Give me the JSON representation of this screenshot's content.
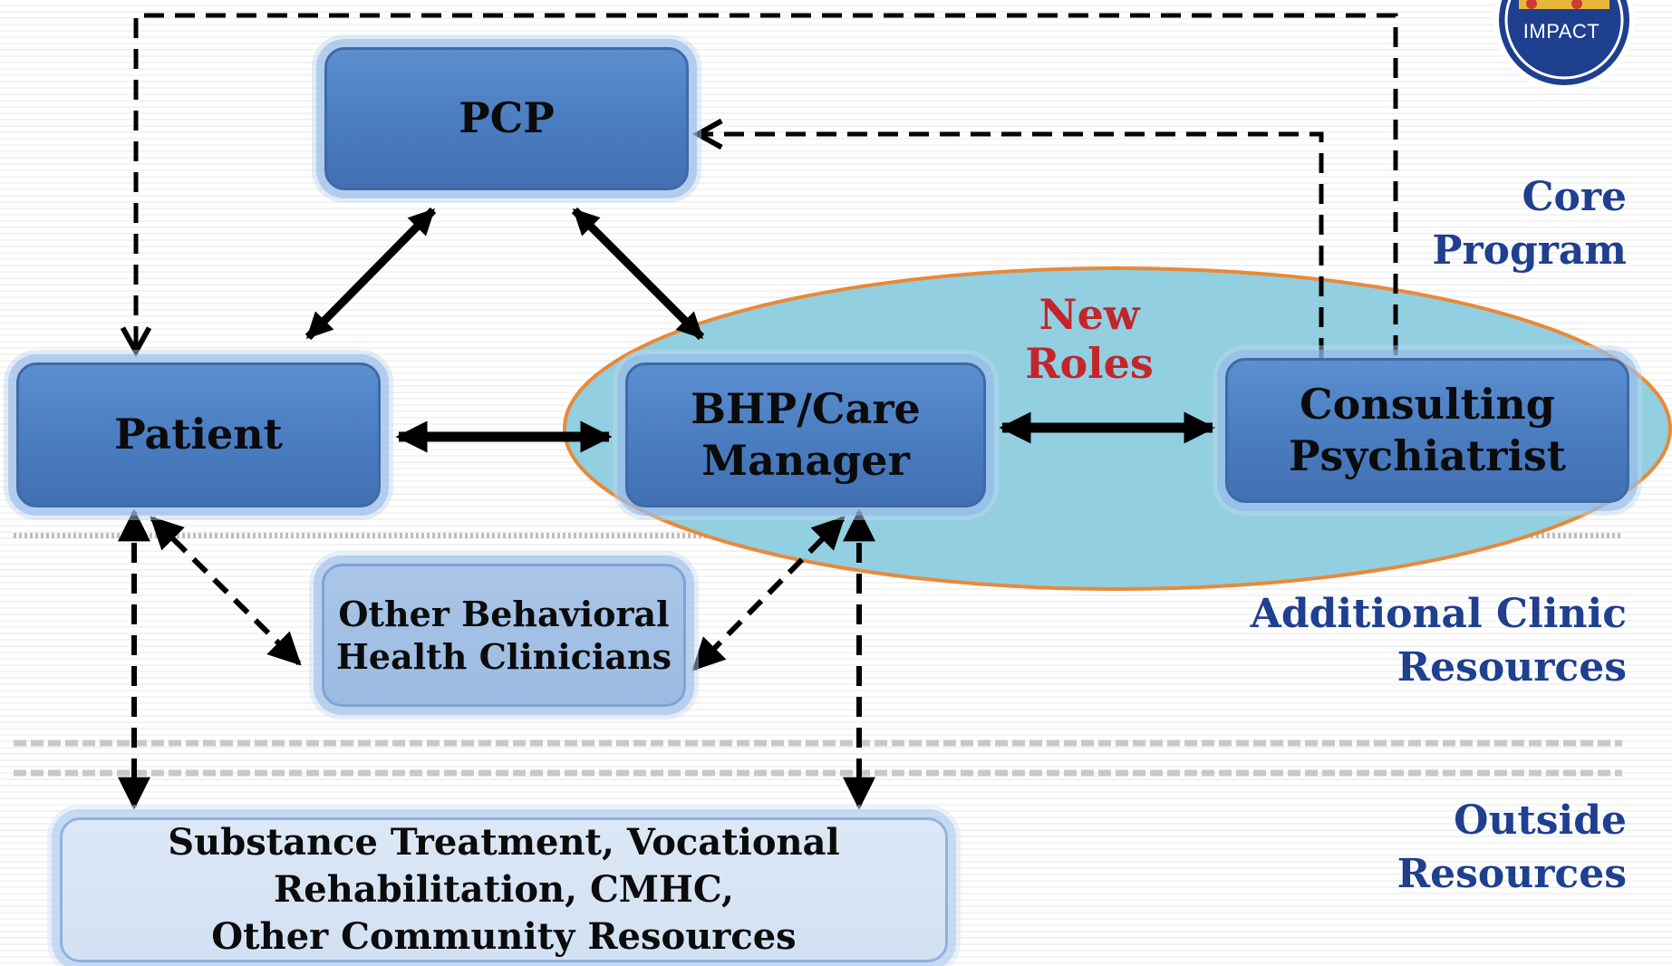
{
  "nodes": {
    "pcp": "PCP",
    "patient": "Patient",
    "bhp": "BHP/Care\nManager",
    "psychiatrist": "Consulting\nPsychiatrist",
    "other_bh": "Other Behavioral\nHealth Clinicians",
    "outside": "Substance Treatment, Vocational\nRehabilitation, CMHC,\nOther Community Resources"
  },
  "new_roles_label": "New Roles",
  "levels": {
    "core": "Core\nProgram",
    "clinic": "Additional Clinic\nResources",
    "outside": "Outside\nResources"
  },
  "logo_text": "IMPACT",
  "colors": {
    "core_box": "#4a7cc0",
    "clinic_box": "#9bbbe2",
    "outside_box": "#d2e1f3",
    "ellipse_fill": "#92cfe0",
    "ellipse_stroke": "#e8893a",
    "new_roles_text": "#c2262c",
    "level_text": "#1f3f8f",
    "arrow": "#000000"
  }
}
